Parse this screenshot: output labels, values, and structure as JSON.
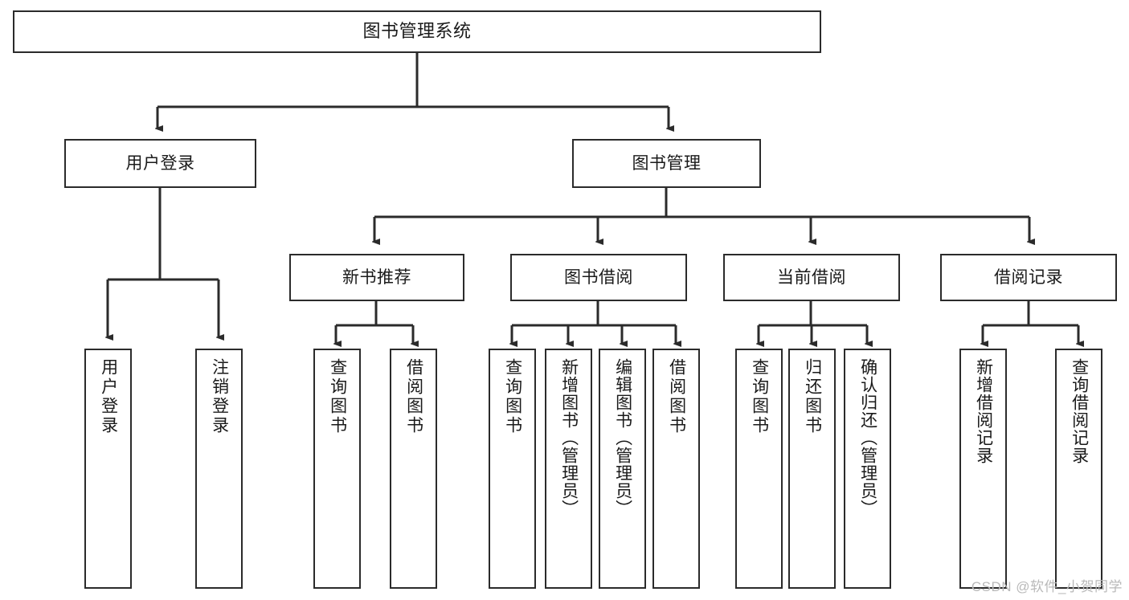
{
  "diagram": {
    "title": "图书管理系统",
    "type": "tree",
    "watermark": "CSDN @软件_小贺同学",
    "colors": {
      "box_border": "#2b2b2b",
      "box_fill": "#ffffff",
      "edge": "#2b2b2b",
      "text": "#1a1a1a",
      "watermark": "#b9b9b9",
      "background": "#ffffff"
    },
    "root": {
      "label": "图书管理系统"
    },
    "level2": [
      {
        "label": "用户登录"
      },
      {
        "label": "图书管理"
      }
    ],
    "level3": [
      {
        "label": "新书推荐"
      },
      {
        "label": "图书借阅"
      },
      {
        "label": "当前借阅"
      },
      {
        "label": "借阅记录"
      }
    ],
    "leaves": {
      "user_login": [
        {
          "label": "用户登录"
        },
        {
          "label": "注销登录"
        }
      ],
      "new_book_recommend": [
        {
          "label": "查询图书"
        },
        {
          "label": "借阅图书"
        }
      ],
      "book_borrow": [
        {
          "label": "查询图书"
        },
        {
          "label": "新增图书（管理员）"
        },
        {
          "label": "编辑图书（管理员）"
        },
        {
          "label": "借阅图书"
        }
      ],
      "current_borrow": [
        {
          "label": "查询图书"
        },
        {
          "label": "归还图书"
        },
        {
          "label": "确认归还（管理员）"
        }
      ],
      "borrow_record": [
        {
          "label": "新增借阅记录"
        },
        {
          "label": "查询借阅记录"
        }
      ]
    }
  }
}
